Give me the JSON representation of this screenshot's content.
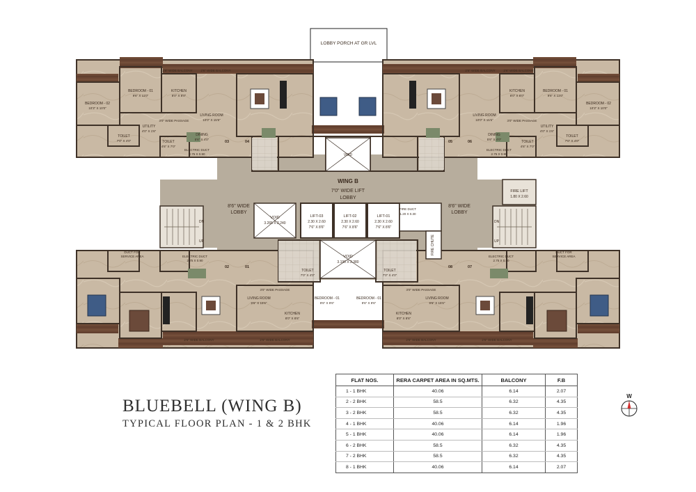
{
  "title": "BLUEBELL (WING B)",
  "subtitle": "TYPICAL FLOOR PLAN - 1 & 2 BHK",
  "compass_label": "W",
  "plan": {
    "lobby_porch": "LOBBY PORCH AT GR LVL",
    "wing": "WING B",
    "lift_lobby_1": "7'0\" WIDE LIFT",
    "lift_lobby_2": "LOBBY",
    "left_lobby": [
      "8'6\" WIDE",
      "LOBBY"
    ],
    "right_lobby": [
      "8'6\" WIDE",
      "LOBBY"
    ],
    "fire_lift": [
      "FIRE LIFT",
      "1.80 X 2.60"
    ],
    "fire_duct": [
      "FIRE DUCT",
      "1.20 X 0.30"
    ],
    "fire_chute": "FIRE CHUTE",
    "void_top": "VOID",
    "void_mid": [
      "VOID",
      "3.265 X 2.240"
    ],
    "void_low": [
      "VOID",
      "3.190 X 2.380"
    ],
    "lifts": [
      {
        "name": "LIFT-03",
        "dim": "2.30 X 2.60",
        "ft": "7'6\" X 8'6\""
      },
      {
        "name": "LIFT-02",
        "dim": "2.30 X 2.60",
        "ft": "7'6\" X 8'6\""
      },
      {
        "name": "LIFT-01",
        "dim": "2.30 X 2.60",
        "ft": "7'6\" X 8'6\""
      }
    ],
    "flat_numbers": [
      "01",
      "02",
      "03",
      "04",
      "05",
      "06",
      "07",
      "08"
    ],
    "rooms": {
      "bedroom_02": [
        "BEDROOM - 02",
        "10'3\" X 10'0\""
      ],
      "bedroom_01": [
        "BEDROOM - 01",
        "9'6\" X 11'0\""
      ],
      "kitchen": [
        "KITCHEN",
        "8'0\" X 8'0\""
      ],
      "living": [
        "LIVING ROOM",
        "10'0\" X 15'6\""
      ],
      "dining": [
        "DINING",
        "5'6\" X 4'0\""
      ],
      "utility": [
        "UTILITY",
        "4'0\" X 1'6\""
      ],
      "toilet": [
        "TOILET",
        "7'0\" X 4'0\""
      ],
      "toilet_small": [
        "TOILET",
        "4'6\" X 7'0\""
      ],
      "passage": "3'0\" WIDE PASSAGE",
      "balcony": "2'6\" WIDE BALCONY",
      "electric_duct": [
        "ELECTRIC DUCT",
        "2.75 X 0.90"
      ],
      "service_duct": [
        "DUCT FOR",
        "SERVICE AREA"
      ],
      "living_1bhk": [
        "LIVING ROOM",
        "9'6\" X 15'6\""
      ],
      "bedroom_1bhk": [
        "BEDROOM - 01",
        "9'6\" X 9'6\""
      ],
      "kitchen_1bhk": [
        "KITCHEN",
        "8'0\" X 8'6\""
      ],
      "stair_dn": "DN",
      "stair_up": "UP"
    }
  },
  "table": {
    "headers": [
      "FLAT NOS.",
      "RERA CARPET AREA IN SQ.MTS.",
      "BALCONY",
      "F.B"
    ],
    "rows": [
      [
        "1 - 1 BHK",
        "40.06",
        "6.14",
        "2.07"
      ],
      [
        "2 - 2 BHK",
        "58.5",
        "6.32",
        "4.35"
      ],
      [
        "3 - 2 BHK",
        "58.5",
        "6.32",
        "4.35"
      ],
      [
        "4 - 1 BHK",
        "40.06",
        "6.14",
        "1.96"
      ],
      [
        "5 - 1 BHK",
        "40.06",
        "6.14",
        "1.96"
      ],
      [
        "6 - 2 BHK",
        "58.5",
        "6.32",
        "4.35"
      ],
      [
        "7 - 2 BHK",
        "58.5",
        "6.32",
        "4.35"
      ],
      [
        "8 - 1 BHK",
        "40.06",
        "6.14",
        "2.07"
      ]
    ]
  },
  "colors": {
    "marble": "#c7b7a2",
    "wall": "#5a4a3c",
    "lobby": "#b5ab9b",
    "balcony_wood": "#6e4a35",
    "sofa_blue": "#3f5c86",
    "compass_red": "#d22d2d"
  }
}
